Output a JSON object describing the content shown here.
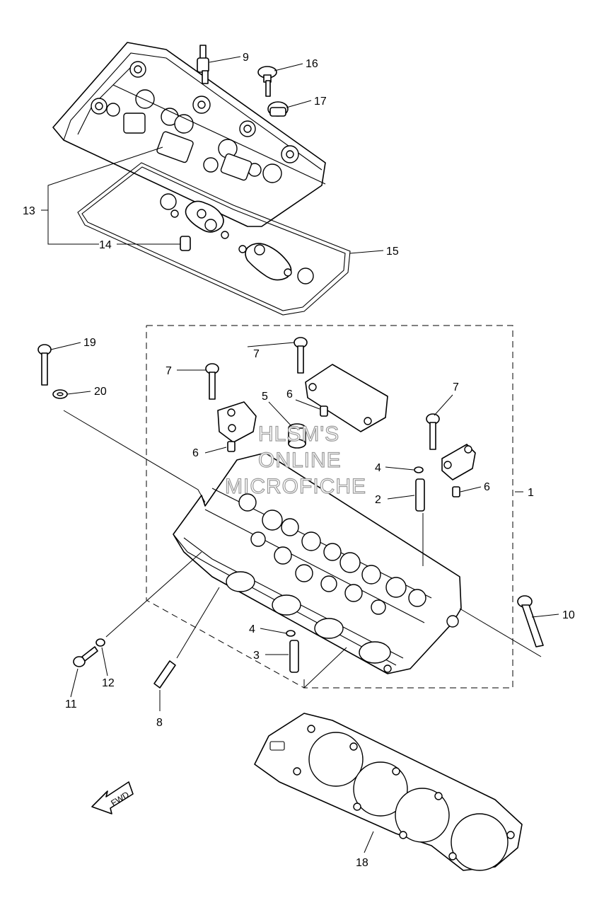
{
  "watermark": [
    "HLSM'S",
    "ONLINE",
    "MICROFICHE"
  ],
  "fwd_label": "FWD",
  "callouts": {
    "c1": "1",
    "c2": "2",
    "c3": "3",
    "c4a": "4",
    "c4b": "4",
    "c5": "5",
    "c6a": "6",
    "c6b": "6",
    "c6c": "6",
    "c7a": "7",
    "c7b": "7",
    "c7c": "7",
    "c8": "8",
    "c9": "9",
    "c10": "10",
    "c11": "11",
    "c12": "12",
    "c13": "13",
    "c14": "14",
    "c15": "15",
    "c16": "16",
    "c17": "17",
    "c18": "18",
    "c19": "19",
    "c20": "20"
  }
}
